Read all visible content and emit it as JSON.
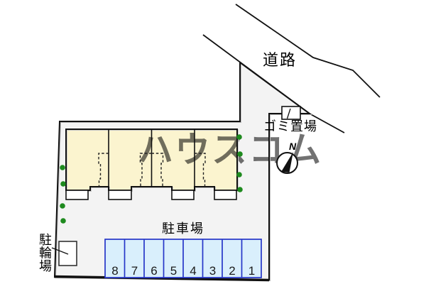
{
  "diagram": {
    "road_label": "道路",
    "garbage_label": "ゴミ置場",
    "parking_label": "駐車場",
    "bicycle_label": "駐輪場",
    "bicycle_chars": [
      "駐",
      "輪",
      "場"
    ],
    "compass_label": "N",
    "watermark": "ハウスコム",
    "parking_spaces": [
      "8",
      "7",
      "6",
      "5",
      "4",
      "3",
      "2",
      "1"
    ],
    "colors": {
      "site_fill": "#f3f3f3",
      "building_fill": "#fbf4cf",
      "porch_fill": "#ffffff",
      "parking_fill": "#d9effc",
      "parking_border": "#2636c8",
      "tree": "#1e8a1e",
      "line": "#111111",
      "watermark_color": "#ffffff"
    }
  }
}
